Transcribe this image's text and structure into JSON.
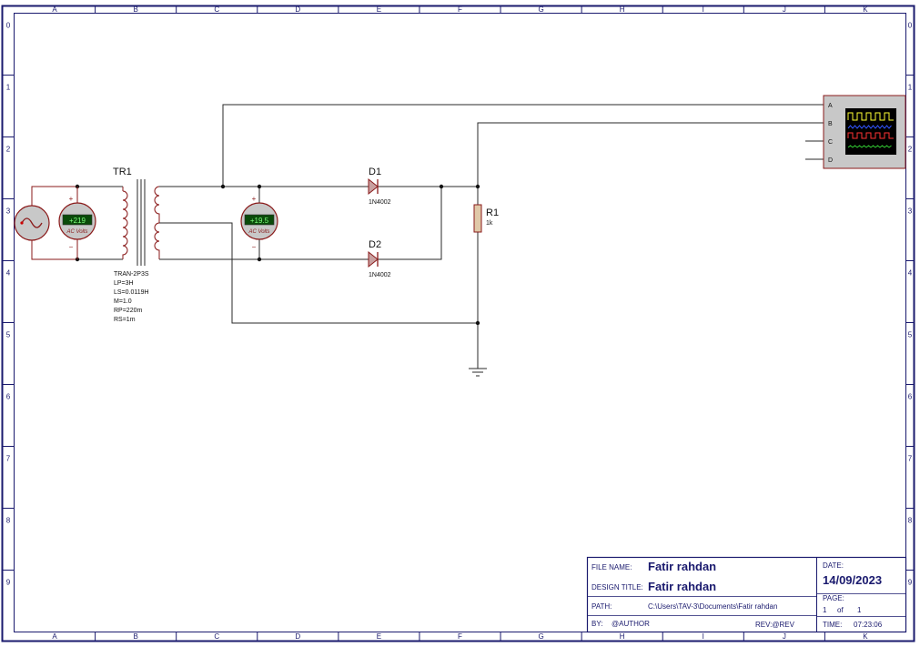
{
  "zones": {
    "columns": [
      "A",
      "B",
      "C",
      "D",
      "E",
      "F",
      "G",
      "H",
      "I",
      "J",
      "K"
    ],
    "rows": [
      "0",
      "1",
      "2",
      "3",
      "4",
      "5",
      "6",
      "7",
      "8",
      "9"
    ]
  },
  "components": {
    "transformer": {
      "ref": "TR1",
      "model": "TRAN-2P3S",
      "params": [
        "LP=3H",
        "LS=0.0119H",
        "M=1.0",
        "RP=220m",
        "RS=1m"
      ]
    },
    "voltmeter1": {
      "reading": "+219",
      "unit": "AC Volts",
      "plus": "+",
      "minus": "−"
    },
    "voltmeter2": {
      "reading": "+19.5",
      "unit": "AC Volts",
      "plus": "+",
      "minus": "−"
    },
    "diode1": {
      "ref": "D1",
      "value": "1N4002"
    },
    "diode2": {
      "ref": "D2",
      "value": "1N4002"
    },
    "resistor": {
      "ref": "R1",
      "value": "1k"
    },
    "scope": {
      "channels": [
        "A",
        "B",
        "C",
        "D"
      ]
    }
  },
  "title_block": {
    "file_name_label": "FILE NAME:",
    "file_name": "Fatir rahdan",
    "design_title_label": "DESIGN TITLE:",
    "design_title": "Fatir rahdan",
    "path_label": "PATH:",
    "path": "C:\\Users\\TAV-3\\Documents\\Fatir rahdan",
    "by_label": "BY:",
    "author": "@AUTHOR",
    "rev": "REV:@REV",
    "date_label": "DATE:",
    "date": "14/09/2023",
    "page_label": "PAGE:",
    "page_current": "1",
    "page_of": "of",
    "page_total": "1",
    "time_label": "TIME:",
    "time": "07:23:06"
  },
  "colors": {
    "frame": "#1a1a6e",
    "wire": "#2a2a2a",
    "component": "#8a1a1a",
    "meter_display_bg": "#0a4a0a",
    "meter_display_text": "#7dff7d",
    "scope_trace_a": "#ffff33",
    "scope_trace_b": "#3355ff",
    "scope_trace_c": "#ff3333",
    "scope_trace_d": "#33cc33"
  }
}
